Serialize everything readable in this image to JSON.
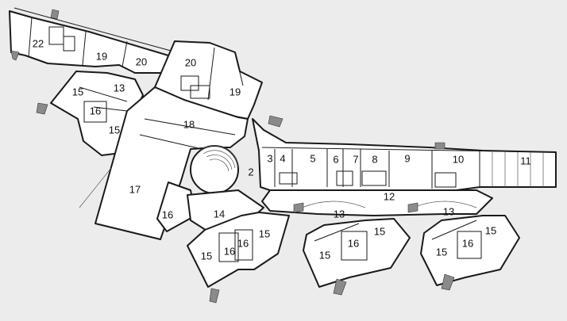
{
  "rooms": [
    {
      "label": "22"
    },
    {
      "label": "19"
    },
    {
      "label": "20"
    },
    {
      "label": "20"
    },
    {
      "label": "19"
    },
    {
      "label": "13"
    },
    {
      "label": "15"
    },
    {
      "label": "16"
    },
    {
      "label": "15"
    },
    {
      "label": "18"
    },
    {
      "label": "17"
    },
    {
      "label": "2"
    },
    {
      "label": "16"
    },
    {
      "label": "14"
    },
    {
      "label": "15"
    },
    {
      "label": "16"
    },
    {
      "label": "16"
    },
    {
      "label": "15"
    },
    {
      "label": "3"
    },
    {
      "label": "4"
    },
    {
      "label": "5"
    },
    {
      "label": "6"
    },
    {
      "label": "7"
    },
    {
      "label": "8"
    },
    {
      "label": "9"
    },
    {
      "label": "10"
    },
    {
      "label": "11"
    },
    {
      "label": "12"
    },
    {
      "label": "13"
    },
    {
      "label": "15"
    },
    {
      "label": "16"
    },
    {
      "label": "15"
    },
    {
      "label": "13"
    },
    {
      "label": "15"
    },
    {
      "label": "16"
    },
    {
      "label": "15"
    }
  ]
}
